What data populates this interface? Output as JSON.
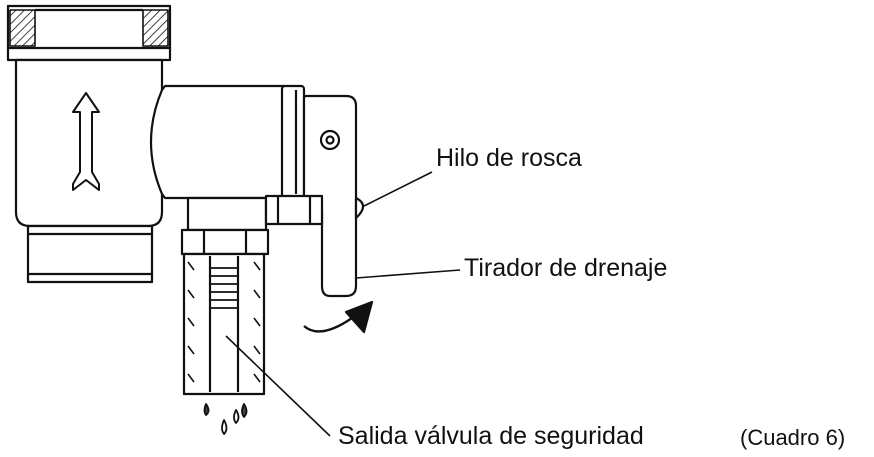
{
  "figure": {
    "labels": {
      "thread": "Hilo de rosca",
      "drain_handle": "Tirador de drenaje",
      "valve_outlet": "Salida válvula de seguridad"
    },
    "caption": "(Cuadro 6)"
  },
  "colors": {
    "line": "#111111",
    "background": "#ffffff"
  }
}
